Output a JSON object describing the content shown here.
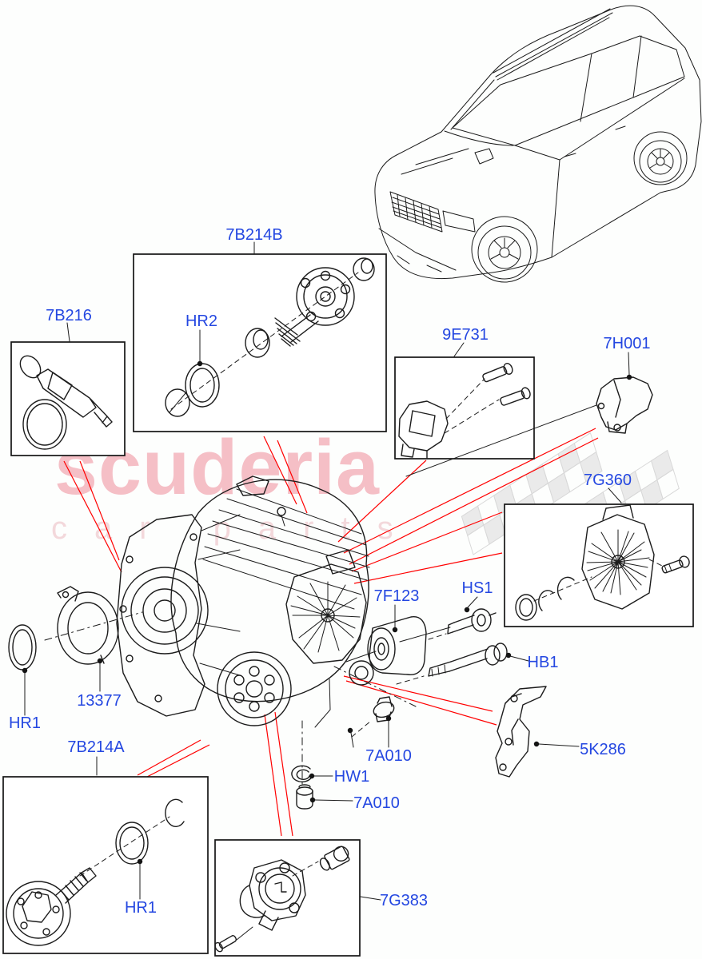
{
  "watermark": {
    "brand": "scuderia",
    "subtitle": "car parts"
  },
  "labels": {
    "l7b214b": "7B214B",
    "l7b216": "7B216",
    "lhr2": "HR2",
    "l9e731": "9E731",
    "l7h001": "7H001",
    "l7g360": "7G360",
    "l7f123": "7F123",
    "lhs1": "HS1",
    "lhb1": "HB1",
    "lhr1_left": "HR1",
    "l13377": "13377",
    "l7b214a": "7B214A",
    "lhr1_box": "HR1",
    "l7a010_top": "7A010",
    "lhw1": "HW1",
    "l7a010_bottom": "7A010",
    "l5k286": "5K286",
    "l7g383": "7G383"
  },
  "colors": {
    "label_blue": "#2447e1",
    "leader_red": "#ff0000",
    "line_black": "#1c1c1c",
    "watermark_pink": "#f5bfc6",
    "watermark_sub_pink": "#f3d8db",
    "checker_gray": "#e9e9e9"
  }
}
